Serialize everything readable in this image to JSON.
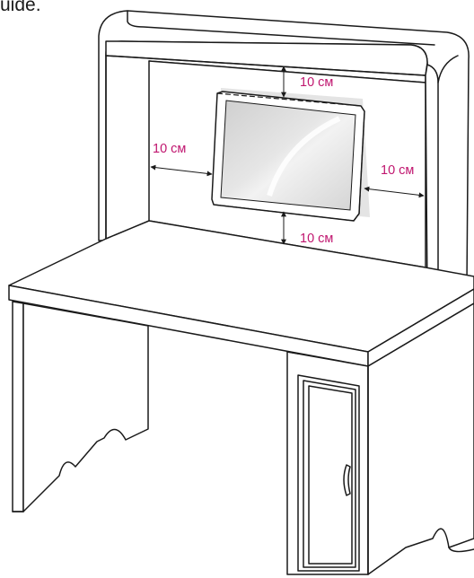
{
  "header": {
    "partial_text": "uide."
  },
  "clearances": {
    "top": "10 см",
    "left": "10 см",
    "right": "10 см",
    "bottom": "10 см"
  },
  "colors": {
    "line": "#1a1a1a",
    "label": "#c0166f",
    "screen_gray": "#d9d9d9"
  }
}
